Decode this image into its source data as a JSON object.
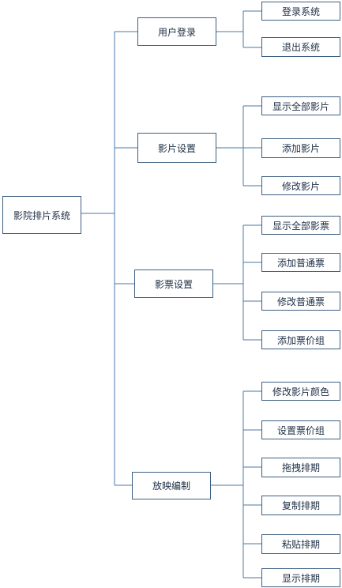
{
  "root": {
    "label": "影院排片系统"
  },
  "branches": [
    {
      "label": "用户登录",
      "children": [
        "登录系统",
        "退出系统"
      ]
    },
    {
      "label": "影片设置",
      "children": [
        "显示全部影片",
        "添加影片",
        "修改影片"
      ]
    },
    {
      "label": "影票设置",
      "children": [
        "显示全部影票",
        "添加普通票",
        "修改普通票",
        "添加票价组"
      ]
    },
    {
      "label": "放映编制",
      "children": [
        "修改影片颜色",
        "设置票价组",
        "拖拽排期",
        "复制排期",
        "粘贴排期",
        "显示排期"
      ]
    }
  ],
  "colors": {
    "line": "#4a79a6",
    "border": "#3e5f82",
    "text": "#1e2f45"
  }
}
